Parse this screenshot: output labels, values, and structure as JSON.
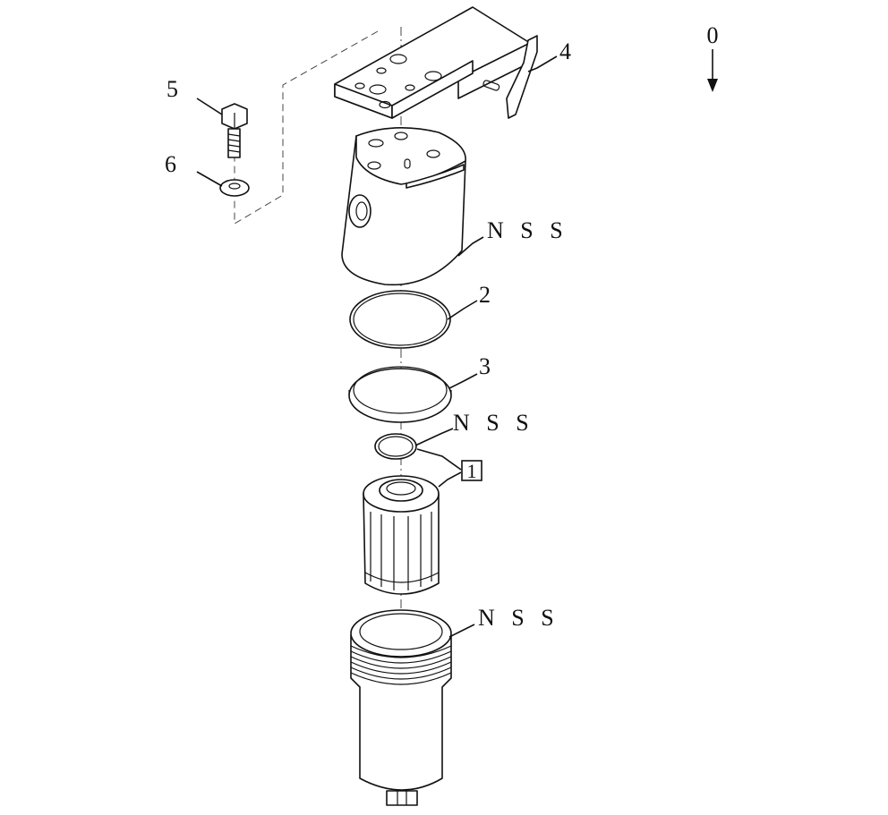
{
  "direction_label": "0",
  "callouts": {
    "bracket": "4",
    "bolt": "5",
    "washer": "6",
    "head_nss": "N S S",
    "oring_large": "2",
    "backup_ring": "3",
    "oring_small_nss": "N S S",
    "kit": "1",
    "bowl_nss": "N S S"
  }
}
